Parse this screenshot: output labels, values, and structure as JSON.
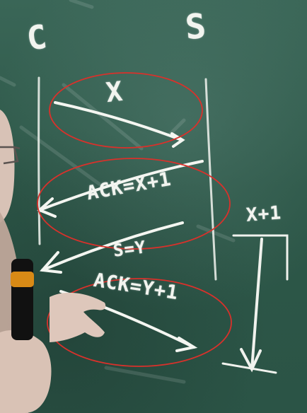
{
  "board": {
    "client_label": "C",
    "server_label": "S",
    "segment_1_text": "X",
    "segment_2_text": "ACK=X+1",
    "segment_3_text": "S=Y",
    "segment_4_text": "ACK=Y+1",
    "side_label": "X+1"
  },
  "colors": {
    "chalkboard": "#2f5a4d",
    "chalk": "#f2f4ef",
    "annotation_circle": "#d9312b",
    "marker_body": "#111111",
    "marker_band": "#d88a16",
    "skin": "#d8c2b6"
  }
}
